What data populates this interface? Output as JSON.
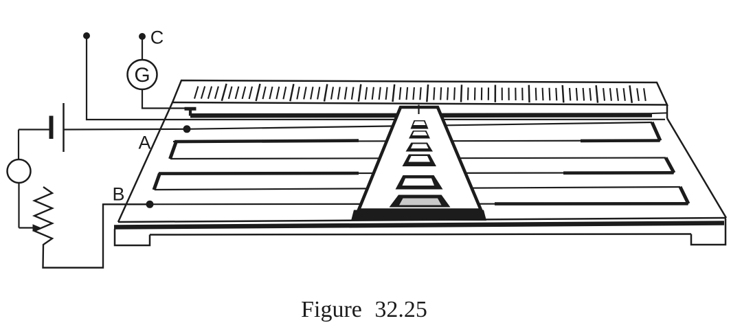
{
  "figure": {
    "caption": "Figure 32.25"
  },
  "labels": {
    "terminal_a": "A",
    "terminal_b": "B",
    "terminal_c": "C",
    "galvanometer": "G"
  },
  "colors": {
    "ink": "#1c1c1c",
    "paper": "#ffffff",
    "slider_pad": "#c9c9c9"
  }
}
